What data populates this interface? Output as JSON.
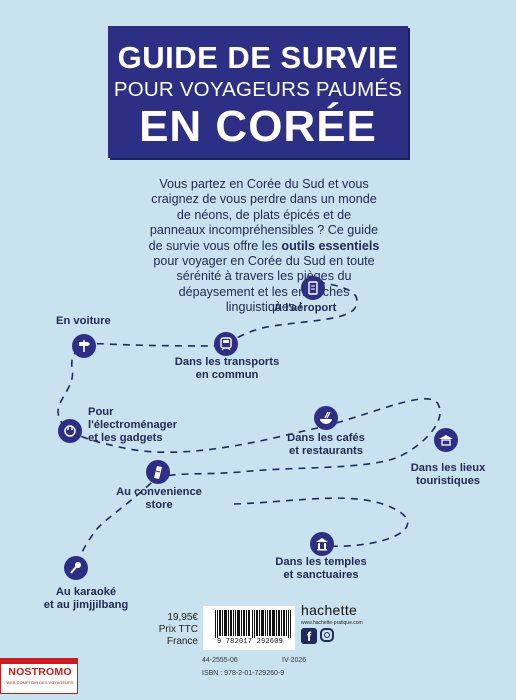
{
  "cover": {
    "title_line1": "GUIDE DE SURVIE",
    "title_line2": "POUR VOYAGEURS PAUMÉS",
    "title_line3": "EN CORÉE",
    "title_bg_color": "#2c2f83",
    "background_color": "#c9e2ef"
  },
  "blurb": {
    "part1": "Vous partez en Corée du Sud et vous craignez de vous perdre dans un monde de néons, de plats épicés et de panneaux incompréhensibles ? Ce guide de survie vous offre les ",
    "bold": "outils essentiels",
    "part2": " pour voyager en Corée du Sud en toute sérénité à travers les pièges du dépaysement et les embûches linguistiques !"
  },
  "route": {
    "stops": [
      {
        "label": "À l'aéroport",
        "icon": "ticket-icon"
      },
      {
        "label": "En voiture",
        "icon": "signpost-icon"
      },
      {
        "label_line1": "Dans les transports",
        "label_line2": "en commun",
        "icon": "metro-icon"
      },
      {
        "label_line1": "Pour",
        "label_line2": "l'électroménager",
        "label_line3": "et les gadgets",
        "icon": "plug-icon"
      },
      {
        "label_line1": "Dans les cafés",
        "label_line2": "et restaurants",
        "icon": "dishes-icon"
      },
      {
        "label_line1": "Dans les lieux",
        "label_line2": "touristiques",
        "icon": "palace-icon"
      },
      {
        "label_line1": "Au convenience",
        "label_line2": "store",
        "icon": "snack-icon"
      },
      {
        "label_line1": "Dans les temples",
        "label_line2": "et sanctuaires",
        "icon": "temple-icon"
      },
      {
        "label_line1": "Au karaoké",
        "label_line2": "et au jimjjilbang",
        "icon": "microphone-icon"
      }
    ]
  },
  "back": {
    "price": "19,95€",
    "price_note": "Prix TTC",
    "price_country": "France",
    "barcode_number": "9 782017 292609",
    "publisher": "hachette",
    "publisher_url": "www.hachette-pratique.com",
    "code_left": "44-2555-06",
    "code_right": "IV-2026",
    "isbn": "ISBN : 978-2-01-729260-9"
  },
  "sticker": {
    "name": "NOSTROMO",
    "tagline": "WEB COMPTOIR DES VOYAGEURS",
    "color": "#cc1b1b"
  }
}
